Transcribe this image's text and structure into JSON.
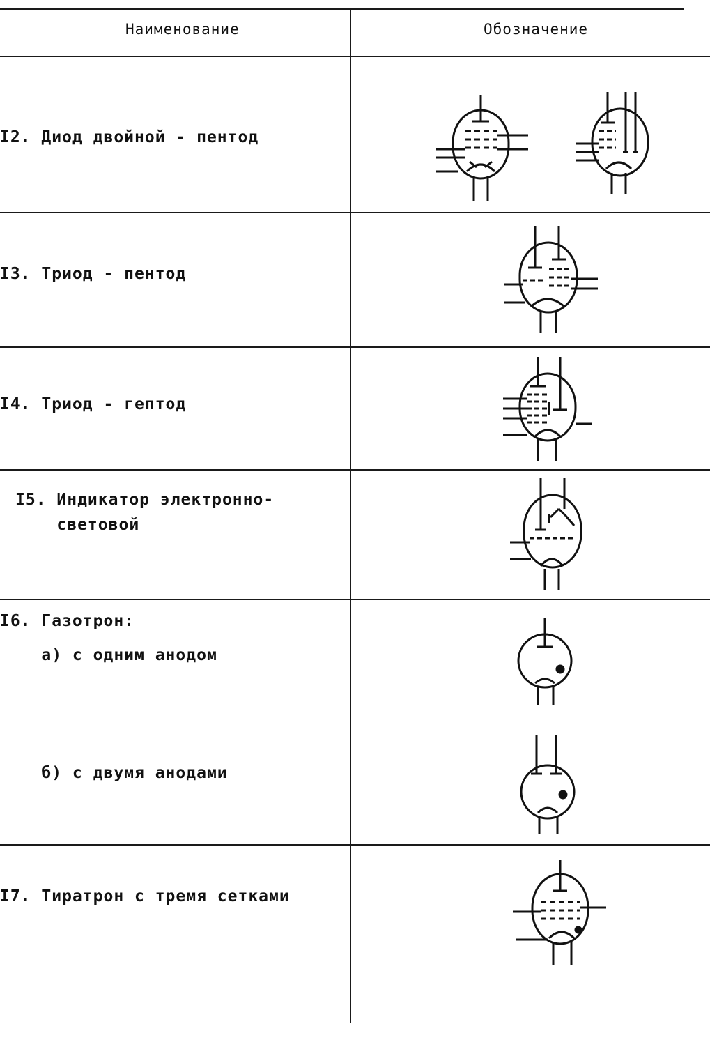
{
  "table": {
    "headers": {
      "name": "Наименование",
      "symbol": "Обозначение"
    },
    "rows": [
      {
        "name": "I2. Диод двойной - пентод",
        "symbols": [
          "double-diode-pentode-symbol-a",
          "double-diode-pentode-symbol-b"
        ]
      },
      {
        "name": "I3. Триод - пентод",
        "symbols": [
          "triode-pentode-symbol"
        ]
      },
      {
        "name": "I4. Триод - гептод",
        "symbols": [
          "triode-heptode-symbol"
        ]
      },
      {
        "name_line1": "I5. Индикатор электронно-",
        "name_line2": "    световой",
        "symbols": [
          "electron-light-indicator-symbol"
        ]
      },
      {
        "name": "I6. Газотрон:",
        "sub_a": "    а) с одним анодом",
        "sub_b": "    б) с двумя анодами",
        "symbols": [
          "gasotron-one-anode-symbol",
          "gasotron-two-anodes-symbol"
        ]
      },
      {
        "name": "I7. Тиратрон с тремя сетками",
        "symbols": [
          "thyratron-three-grids-symbol"
        ]
      }
    ]
  }
}
